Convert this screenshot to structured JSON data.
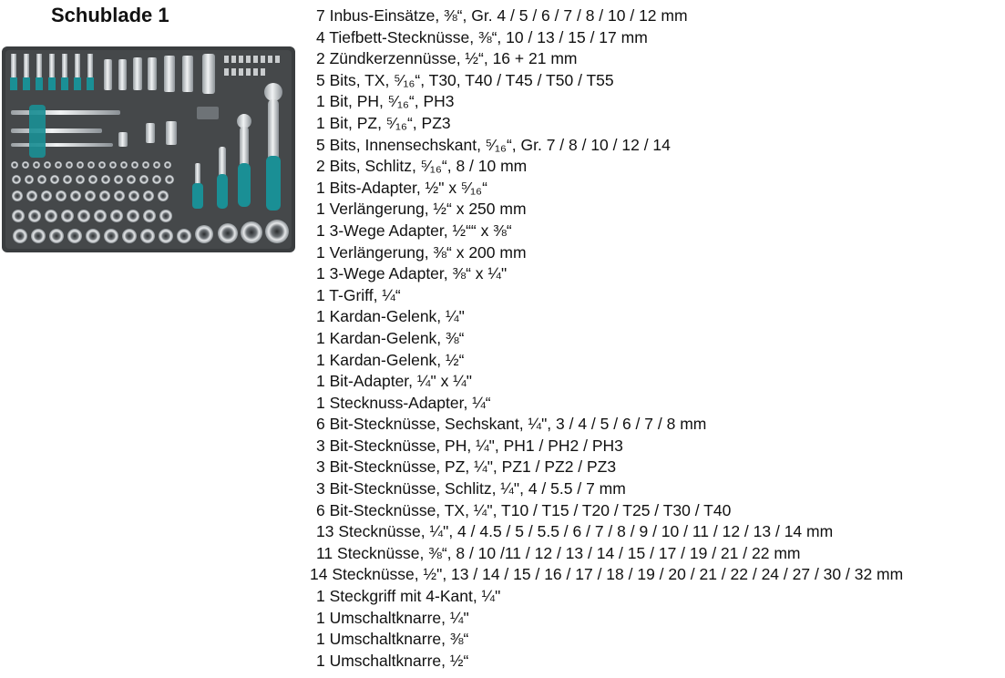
{
  "title": "Schublade 1",
  "items": [
    "7 Inbus-Einsätze, ⅜“, Gr. 4 / 5 / 6 / 7 / 8 / 10 / 12 mm",
    "4 Tiefbett-Stecknüsse, ⅜“, 10 / 13 / 15 / 17 mm",
    "2 Zündkerzennüsse, ½“, 16 + 21 mm",
    "5 Bits, TX, ⁵⁄₁₆“, T30, T40 / T45 / T50 / T55",
    "1 Bit, PH, ⁵⁄₁₆“, PH3",
    "1 Bit, PZ, ⁵⁄₁₆“, PZ3",
    "5 Bits, Innensechskant, ⁵⁄₁₆“, Gr. 7 / 8 / 10 / 12 / 14",
    "2 Bits, Schlitz, ⁵⁄₁₆“, 8 / 10 mm",
    "1 Bits-Adapter, ½\" x ⁵⁄₁₆“",
    "1 Verlängerung, ½“ x 250 mm",
    "1 3-Wege Adapter, ½““ x ⅜“",
    "1 Verlängerung, ⅜“ x 200 mm",
    "1 3-Wege Adapter, ⅜“ x ¼\"",
    "1 T-Griff, ¼“",
    "1 Kardan-Gelenk, ¼\"",
    "1 Kardan-Gelenk, ⅜“",
    "1  Kardan-Gelenk, ½“",
    "1 Bit-Adapter, ¼\" x ¼\"",
    "1 Stecknuss-Adapter, ¼“",
    "6 Bit-Stecknüsse, Sechskant, ¼\",  3 / 4 / 5 / 6 / 7 / 8 mm",
    "3 Bit-Stecknüsse, PH, ¼\", PH1 / PH2 / PH3",
    "3 Bit-Stecknüsse, PZ, ¼\", PZ1 / PZ2 / PZ3",
    "3 Bit-Stecknüsse, Schlitz, ¼\", 4 / 5.5 / 7 mm",
    "6 Bit-Stecknüsse, TX, ¼\", T10 / T15 / T20 / T25 / T30 / T40",
    "13 Stecknüsse, ¼\", 4 / 4.5 / 5 / 5.5 / 6 / 7 / 8 / 9 / 10 / 11 / 12 / 13 / 14 mm",
    "11 Stecknüsse, ⅜“, 8 / 10 /11 / 12 / 13 / 14 / 15 / 17 / 19 / 21 / 22 mm",
    "14 Stecknüsse, ½\", 13 / 14 / 15 / 16 / 17 / 18 / 19 / 20 / 21 / 22 / 24 / 27 / 30 / 32 mm",
    "1 Steckgriff mit 4-Kant, ¼\"",
    "1 Umschaltknarre, ¼\"",
    "1 Umschaltknarre, ⅜“",
    "1 Umschaltknarre, ½“"
  ],
  "colors": {
    "foam": "#3a3d3f",
    "accent": "#1a8f95",
    "chrome": "#cfd3d6"
  }
}
